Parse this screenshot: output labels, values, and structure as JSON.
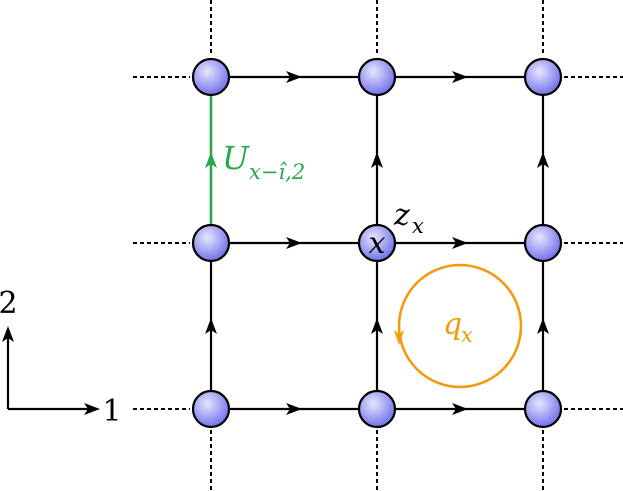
{
  "axes": {
    "direction_1_label": "1",
    "direction_2_label": "2"
  },
  "labels": {
    "site_label": "x",
    "link_variable": "z",
    "link_variable_sub": "x",
    "gauge_link_symbol": "U",
    "gauge_link_sub": "x−î,2",
    "plaquette_symbol": "q",
    "plaquette_sub": "x"
  },
  "colors": {
    "node_fill_center": "#dcdcff",
    "node_fill_edge": "#7f7fef",
    "node_stroke": "#000000",
    "link": "#000000",
    "gauge_link": "#2ca64a",
    "plaquette": "#f49a0d"
  }
}
